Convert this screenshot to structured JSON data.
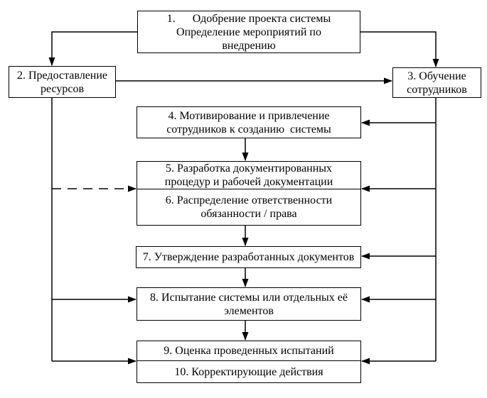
{
  "colors": {
    "background": "#ffffff",
    "line": "#000000",
    "text": "#000000"
  },
  "boxes": {
    "box1": {
      "lines": [
        "1.      Одобрение проекта системы",
        "Определение мероприятий по",
        "внедрению"
      ]
    },
    "box2": {
      "lines": [
        "2. Предоставление",
        "ресурсов"
      ]
    },
    "box3": {
      "lines": [
        "3. Обучение",
        "сотрудников"
      ]
    },
    "box4": {
      "lines": [
        "4. Мотивирование и привлечение",
        "сотрудников к созданию  системы"
      ]
    },
    "box5": {
      "lines": [
        "5. Разработка документированных",
        "процедур и рабочей документации"
      ]
    },
    "box6": {
      "lines": [
        "6. Распределение ответственности",
        "обязанности / права"
      ]
    },
    "box7": {
      "lines": [
        "7. Утверждение разработанных документов"
      ]
    },
    "box8": {
      "lines": [
        "8. Испытание системы или отдельных её",
        "элементов"
      ]
    },
    "box9": {
      "lines": [
        "9. Оценка проведенных испытаний"
      ]
    },
    "box10": {
      "lines": [
        "10. Корректирующие действия"
      ]
    }
  },
  "edges": [
    {
      "from": "1",
      "to": "2",
      "style": "solid"
    },
    {
      "from": "1",
      "to": "3",
      "style": "solid"
    },
    {
      "from": "2",
      "to": "3",
      "style": "solid"
    },
    {
      "from": "2",
      "to": "5/6",
      "style": "dashed"
    },
    {
      "from": "2",
      "to": "8",
      "style": "solid"
    },
    {
      "from": "2",
      "to": "9/10",
      "style": "solid"
    },
    {
      "from": "3",
      "to": "4",
      "style": "solid"
    },
    {
      "from": "3",
      "to": "5/6",
      "style": "solid"
    },
    {
      "from": "3",
      "to": "7",
      "style": "solid"
    },
    {
      "from": "3",
      "to": "8",
      "style": "solid"
    },
    {
      "from": "3",
      "to": "9/10",
      "style": "solid"
    },
    {
      "from": "4",
      "to": "5/6",
      "style": "solid"
    },
    {
      "from": "5/6",
      "to": "7",
      "style": "solid"
    },
    {
      "from": "7",
      "to": "8",
      "style": "solid"
    },
    {
      "from": "8",
      "to": "9/10",
      "style": "solid"
    }
  ]
}
